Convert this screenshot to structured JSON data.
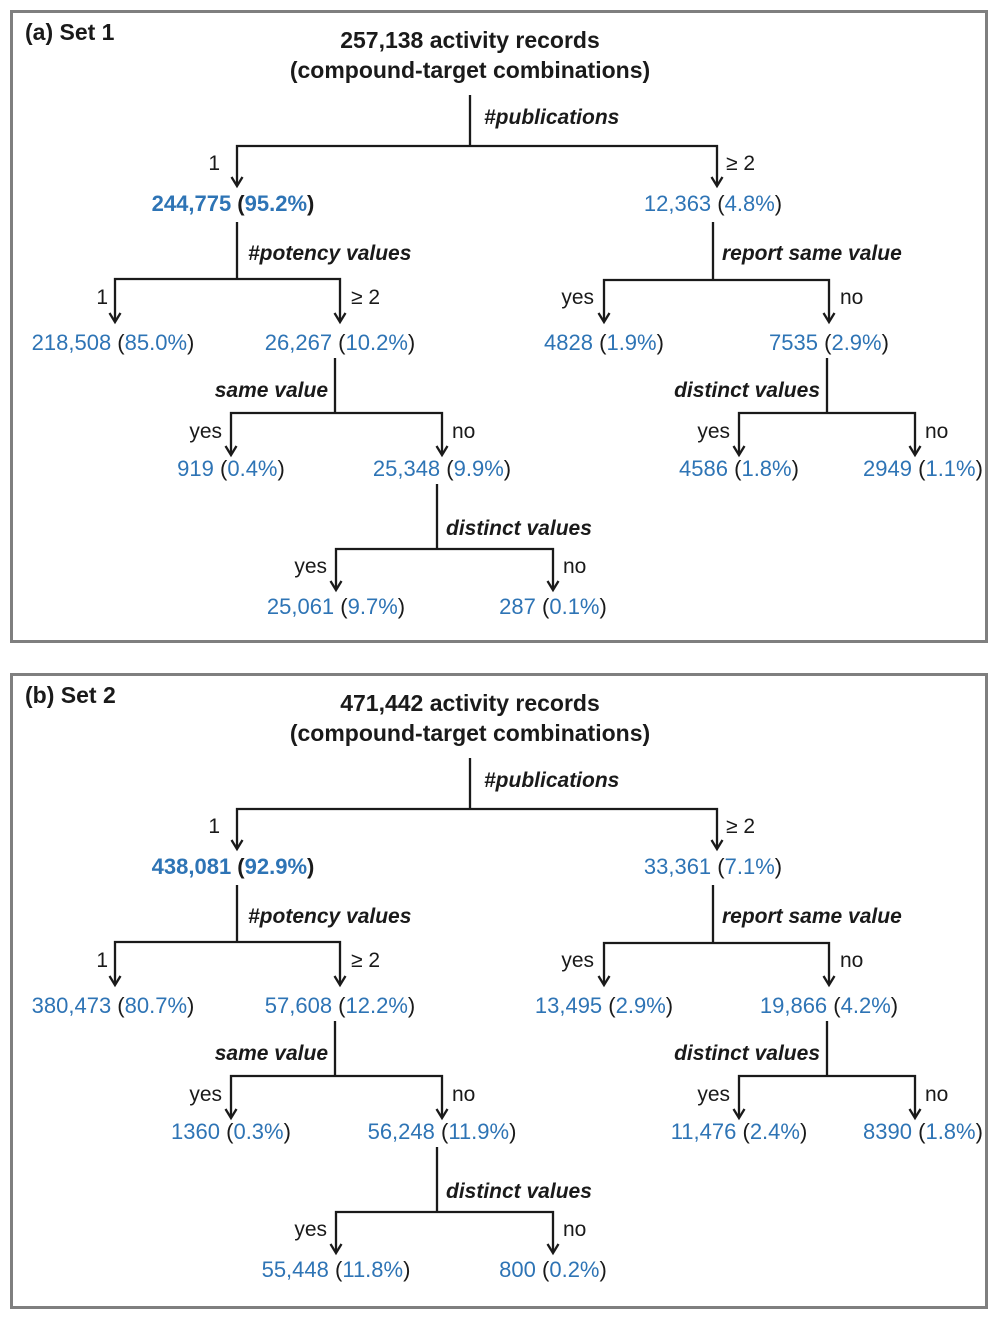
{
  "colors": {
    "value_blue": "#2E74B5",
    "line_black": "#1A1A1A",
    "panel_border": "#7F7F7F"
  },
  "punct": {
    "open": " (",
    "close": ")"
  },
  "edge_labels": {
    "one": "1",
    "ge_two": "≥ 2",
    "yes": "yes",
    "no": "no"
  },
  "panels": [
    {
      "label": "(a) Set 1",
      "title_line1": "257,138 activity records",
      "title_line2": "(compound-target combinations)",
      "decisions": {
        "publications": "#publications",
        "potency": "#potency values",
        "same_value": "same value",
        "distinct_left": "distinct values",
        "report_same": "report same value",
        "distinct_right": "distinct values"
      },
      "nodes": {
        "pub1": {
          "num": "244,775",
          "pct": "95.2%"
        },
        "pub2": {
          "num": "12,363",
          "pct": "4.8%"
        },
        "pot1": {
          "num": "218,508",
          "pct": "85.0%"
        },
        "pot2": {
          "num": "26,267",
          "pct": "10.2%"
        },
        "sv_yes": {
          "num": "919",
          "pct": "0.4%"
        },
        "sv_no": {
          "num": "25,348",
          "pct": "9.9%"
        },
        "dv_yes": {
          "num": "25,061",
          "pct": "9.7%"
        },
        "dv_no": {
          "num": "287",
          "pct": "0.1%"
        },
        "rs_yes": {
          "num": "4828",
          "pct": "1.9%"
        },
        "rs_no": {
          "num": "7535",
          "pct": "2.9%"
        },
        "rdv_yes": {
          "num": "4586",
          "pct": "1.8%"
        },
        "rdv_no": {
          "num": "2949",
          "pct": "1.1%"
        }
      }
    },
    {
      "label": "(b) Set 2",
      "title_line1": "471,442 activity records",
      "title_line2": "(compound-target combinations)",
      "decisions": {
        "publications": "#publications",
        "potency": "#potency values",
        "same_value": "same value",
        "distinct_left": "distinct values",
        "report_same": "report same value",
        "distinct_right": "distinct values"
      },
      "nodes": {
        "pub1": {
          "num": "438,081",
          "pct": "92.9%"
        },
        "pub2": {
          "num": "33,361",
          "pct": "7.1%"
        },
        "pot1": {
          "num": "380,473",
          "pct": "80.7%"
        },
        "pot2": {
          "num": "57,608",
          "pct": "12.2%"
        },
        "sv_yes": {
          "num": "1360",
          "pct": "0.3%"
        },
        "sv_no": {
          "num": "56,248",
          "pct": "11.9%"
        },
        "dv_yes": {
          "num": "55,448",
          "pct": "11.8%"
        },
        "dv_no": {
          "num": "800",
          "pct": "0.2%"
        },
        "rs_yes": {
          "num": "13,495",
          "pct": "2.9%"
        },
        "rs_no": {
          "num": "19,866",
          "pct": "4.2%"
        },
        "rdv_yes": {
          "num": "11,476",
          "pct": "2.4%"
        },
        "rdv_no": {
          "num": "8390",
          "pct": "1.8%"
        }
      }
    }
  ]
}
